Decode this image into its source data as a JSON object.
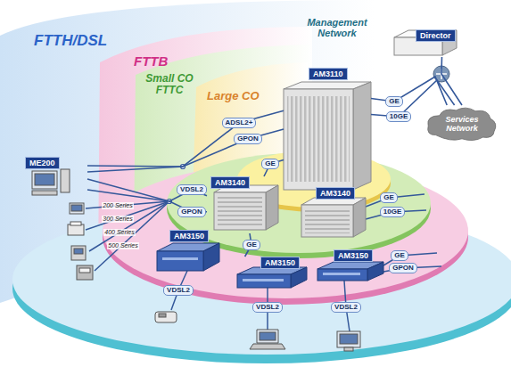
{
  "diagram": {
    "nodes": [
      {
        "text": [
          "Director"
        ]
      },
      {
        "text": [
          "Services Network"
        ]
      },
      {
        "text": [
          "AM3110"
        ]
      },
      {
        "text": [
          "ME200"
        ]
      },
      {
        "text": [
          "AM3140"
        ]
      },
      {
        "text": [
          "AM3140"
        ]
      },
      {
        "text": [
          "AM3150"
        ]
      },
      {
        "text": [
          "AM3150"
        ]
      },
      {
        "text": [
          "AM3150"
        ]
      }
    ],
    "edges": [
      {
        "from": 0,
        "to": 1,
        "arrow": "none"
      },
      {
        "from": 2,
        "to": 1,
        "label": "GE",
        "arrow": "none"
      },
      {
        "from": 2,
        "to": 1,
        "label": "10GE",
        "arrow": "none"
      },
      {
        "from": 2,
        "to": 3,
        "label": "ADSL2+",
        "arrow": "none"
      },
      {
        "from": 2,
        "to": 3,
        "label": "GPON",
        "arrow": "none"
      },
      {
        "from": 4,
        "to": 2,
        "label": "GE",
        "arrow": "none"
      },
      {
        "from": 4,
        "to": 3,
        "label": "VDSL2",
        "arrow": "none"
      },
      {
        "from": 4,
        "to": 3,
        "label": "GPON",
        "arrow": "none"
      },
      {
        "from": 7,
        "to": 4,
        "label": "GE",
        "arrow": "none"
      }
    ],
    "labels": [
      "Management Network",
      "FTTH/DSL",
      "FTTB",
      "Small CO FTTC",
      "Large CO",
      "200 Series",
      "300 Series",
      "400 Series",
      "500 Series",
      "GE",
      "10GE",
      "GE",
      "GPON",
      "VDSL2",
      "VDSL2",
      "VDSL2"
    ]
  }
}
